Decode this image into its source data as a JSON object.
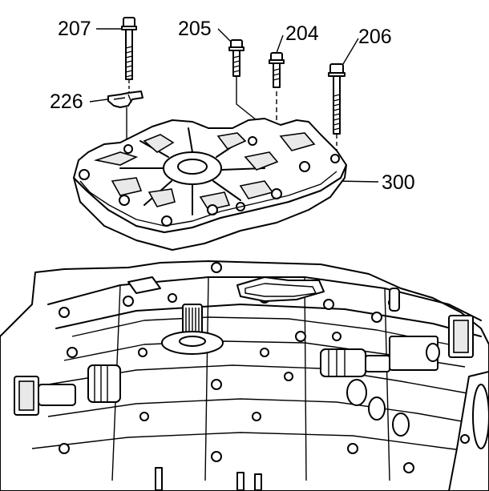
{
  "callouts": [
    {
      "id": "207",
      "label": "207"
    },
    {
      "id": "205",
      "label": "205"
    },
    {
      "id": "204",
      "label": "204"
    },
    {
      "id": "206",
      "label": "206"
    },
    {
      "id": "226",
      "label": "226"
    },
    {
      "id": "300",
      "label": "300"
    }
  ],
  "colors": {
    "line": "#000000",
    "background": "#ffffff"
  }
}
